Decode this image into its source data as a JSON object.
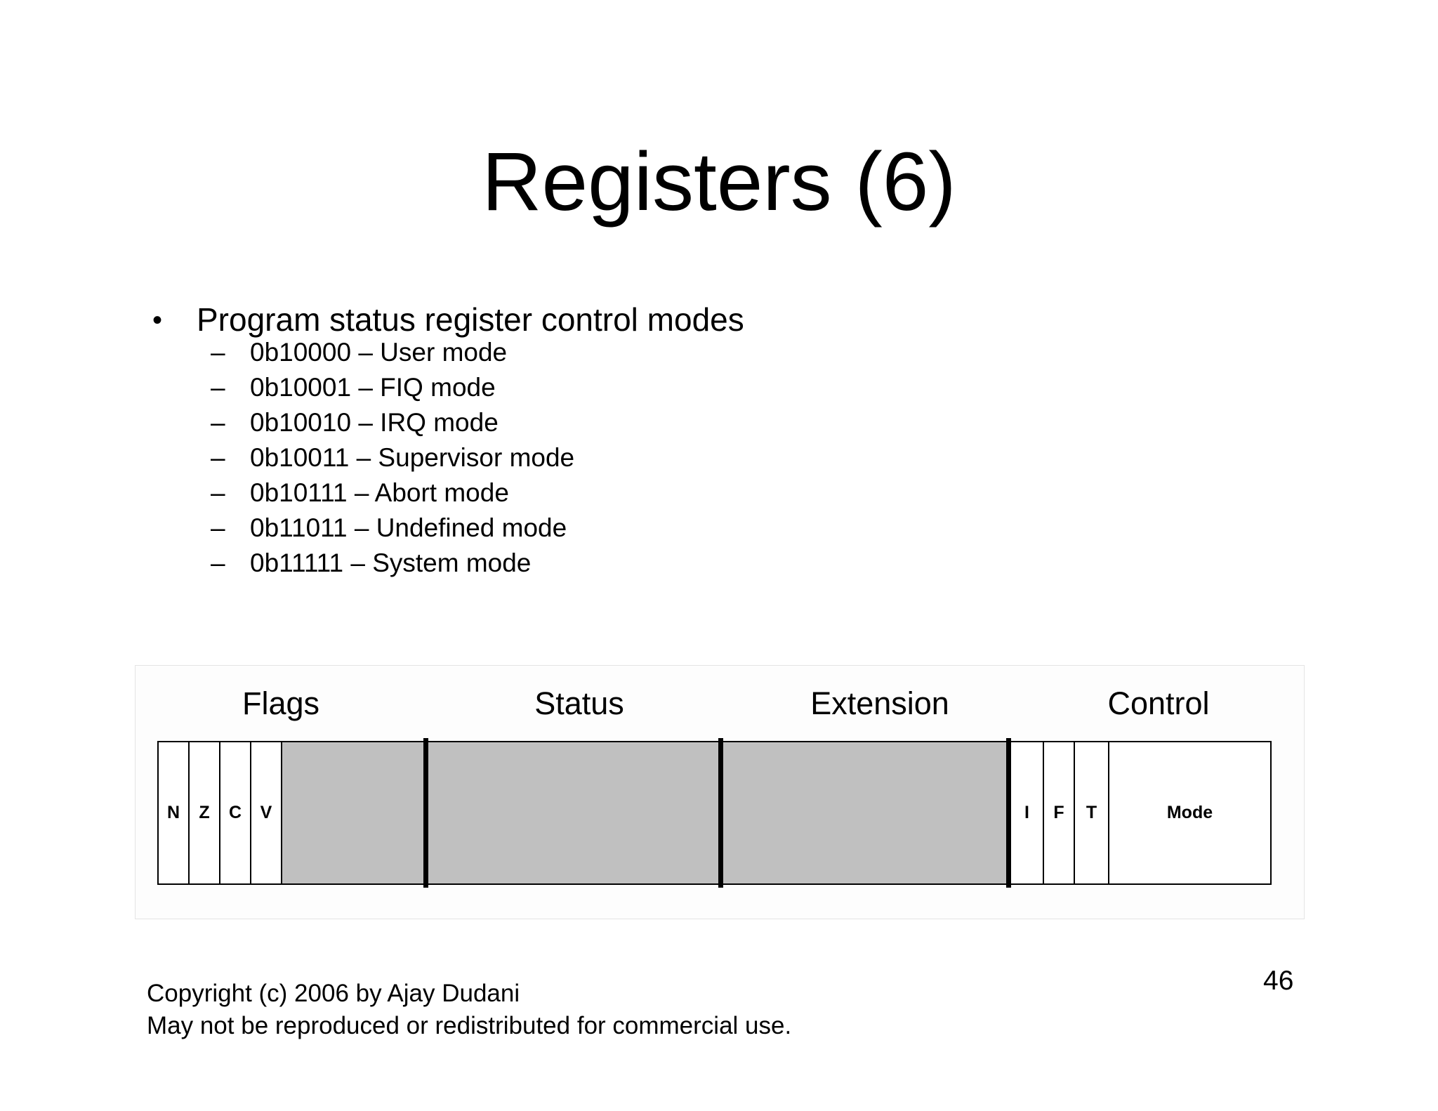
{
  "slide": {
    "title": "Registers (6)",
    "bullet_char": "•",
    "dash_char": "–",
    "bullet_text": "Program status register control modes",
    "mode_items": [
      "0b10000 – User mode",
      "0b10001 – FIQ mode",
      "0b10010 – IRQ mode",
      "0b10011 – Supervisor mode",
      "0b10111 – Abort mode",
      "0b11011 – Undefined mode",
      "0b11111 – System mode"
    ],
    "footer": {
      "line1": "Copyright (c) 2006 by Ajay Dudani",
      "line2": "May not be reproduced or redistributed for commercial use."
    },
    "page_number": "46"
  },
  "register_diagram": {
    "section_labels": [
      "Flags",
      "Status",
      "Extension",
      "Control"
    ],
    "flag_cells": [
      "N",
      "Z",
      "C",
      "V"
    ],
    "control_cells": [
      "I",
      "F",
      "T"
    ],
    "mode_cell_label": "Mode",
    "colors": {
      "reserved_fill": "#c0c0c0",
      "cell_border": "#000000"
    }
  }
}
